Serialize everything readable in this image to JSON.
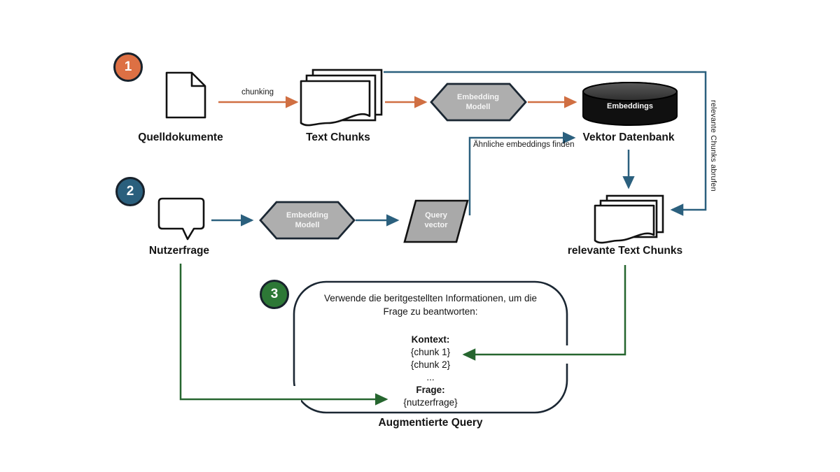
{
  "colors": {
    "orange": "#d06f42",
    "teal": "#2b607e",
    "green": "#26662f",
    "gray_fill": "#aeaeae",
    "dark_outline": "#1b2733",
    "cylinder_black": "#101010"
  },
  "steps": [
    {
      "number": "1",
      "color": "#dd7044"
    },
    {
      "number": "2",
      "color": "#2a5f7d"
    },
    {
      "number": "3",
      "color": "#2d7836"
    }
  ],
  "row1": {
    "source_label": "Quelldokumente",
    "chunking_label": "chunking",
    "chunks_label": "Text Chunks",
    "embedding_model_label": "Embedding Modell",
    "db_label": "Vektor Datenbank",
    "db_content_label": "Embeddings"
  },
  "row2": {
    "user_query_label": "Nutzerfrage",
    "embedding_model_label": "Embedding Modell",
    "query_vector_label": "Query vector",
    "similar_embeddings_label": "Ähnliche embeddings finden",
    "relevant_chunks_label": "relevante Text Chunks",
    "retrieve_chunks_label": "relevante Chunks abrufen"
  },
  "row3": {
    "prompt_line1": "Verwende die beritgestellten Informationen, um die",
    "prompt_line2": "Frage zu beantworten:",
    "kontext_label": "Kontext:",
    "chunk1": "{chunk 1}",
    "chunk2": "{chunk 2}",
    "ellipsis": "...",
    "frage_label": "Frage:",
    "nutzerfrage_value": "{nutzerfrage}",
    "box_caption": "Augmentierte Query"
  }
}
